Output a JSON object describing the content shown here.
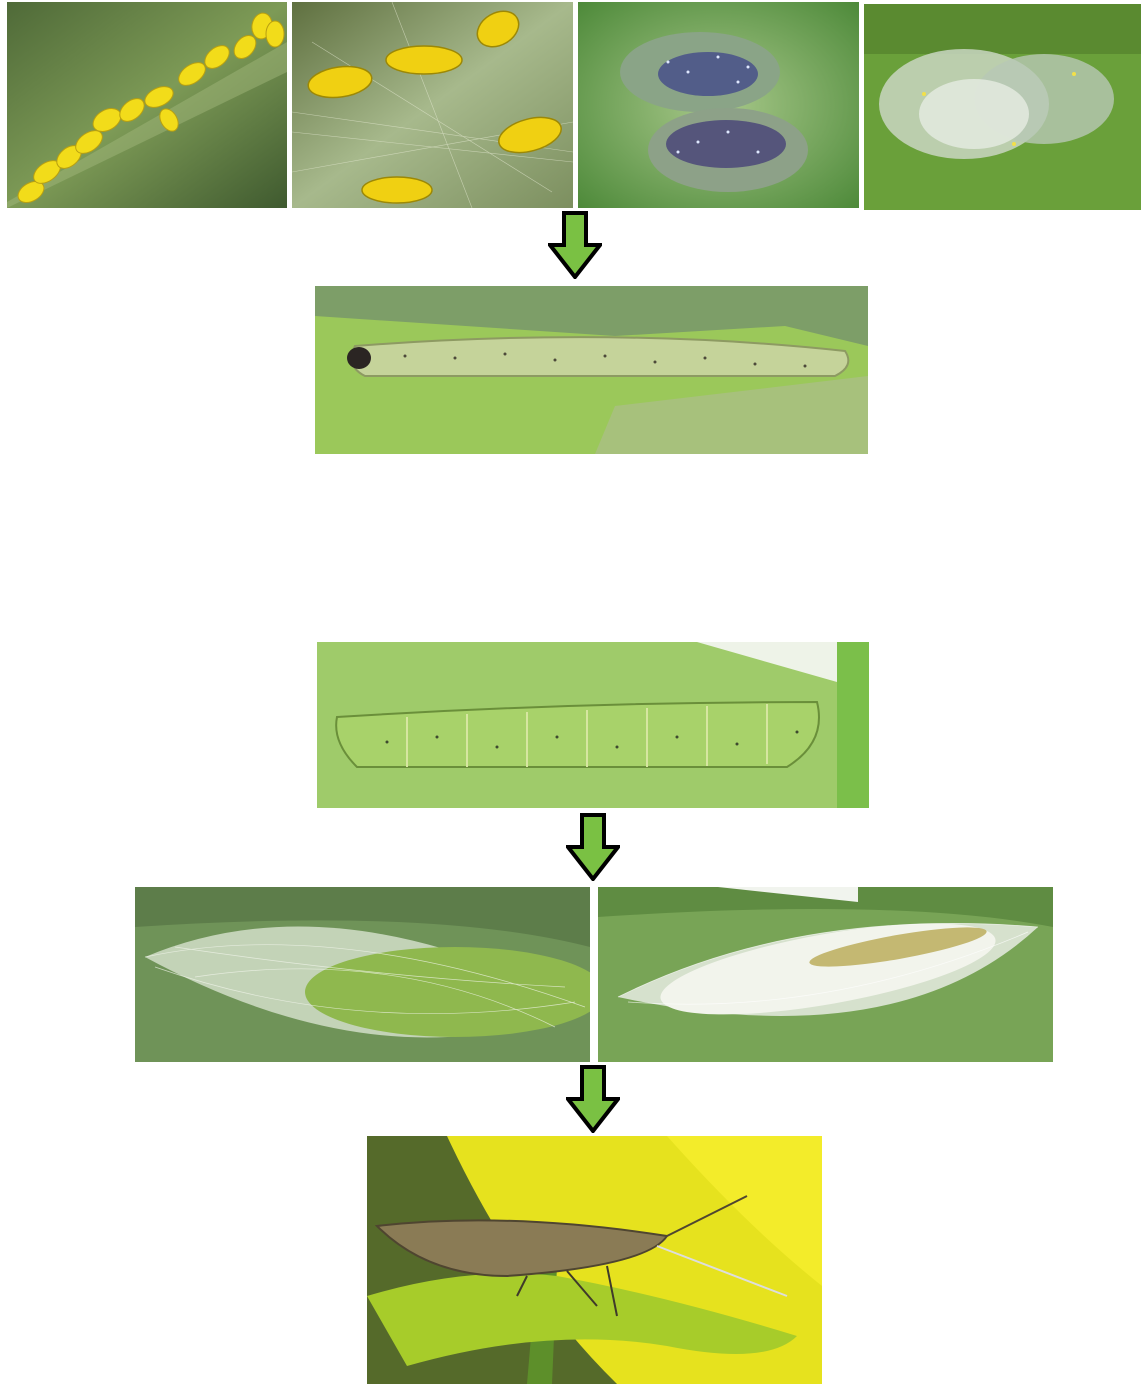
{
  "figure": {
    "colors": {
      "arrow_fill": "#7ac143",
      "arrow_stroke": "#000000",
      "background": "#ffffff",
      "egg_yellow": "#f2dc1a",
      "leaf_green": "#9ccf45",
      "larva_green": "#b8d27a",
      "cocoon_white": "#e8efe0",
      "flower_yellow": "#f3ec2a",
      "moth_bronze": "#8a7b55"
    },
    "panels": [
      {
        "name": "eggs-cluster",
        "icon": "photo-icon"
      },
      {
        "name": "eggs-close",
        "icon": "photo-icon"
      },
      {
        "name": "eggs-developing",
        "icon": "photo-icon"
      },
      {
        "name": "eggs-hatched",
        "icon": "photo-icon"
      },
      {
        "name": "young-larva",
        "icon": "photo-icon"
      },
      {
        "name": "mature-larva",
        "icon": "photo-icon"
      },
      {
        "name": "green-pupa-cocoon",
        "icon": "photo-icon"
      },
      {
        "name": "pale-pupa-cocoon",
        "icon": "photo-icon"
      },
      {
        "name": "adult-moth",
        "icon": "photo-icon"
      }
    ],
    "arrows": [
      "arrow-down-icon",
      "arrow-down-icon",
      "arrow-down-icon"
    ]
  }
}
